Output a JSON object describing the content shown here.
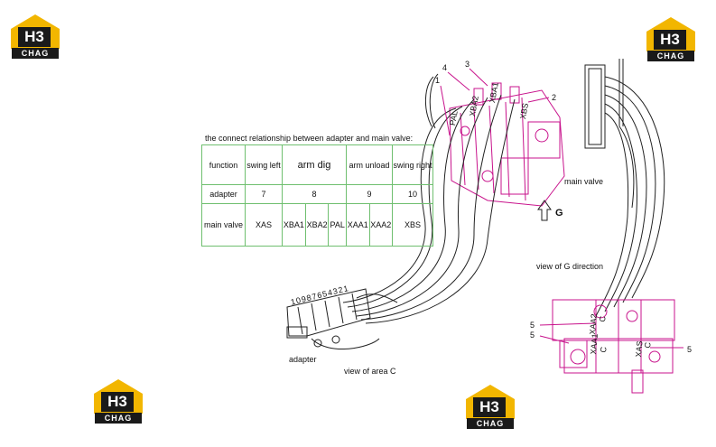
{
  "logo": {
    "mark": "H3",
    "brand": "CHAG"
  },
  "table": {
    "caption": "the connect relationship between adapter and main valve:",
    "row_function": {
      "label": "function",
      "cells": [
        "swing left",
        "arm dig",
        "arm unload",
        "swing right"
      ]
    },
    "row_adapter": {
      "label": "adapter",
      "cells": [
        "7",
        "8",
        "9",
        "10"
      ]
    },
    "row_main_valve": {
      "label": "main valve",
      "cells": [
        "XAS",
        "XBA1",
        "XBA2",
        "PAL",
        "XAA1",
        "XAA2",
        "XBS"
      ]
    }
  },
  "labels": {
    "main_valve": "main valve",
    "g_arrow": "G",
    "adapter": "adapter",
    "view_area_c": "view of area C",
    "view_g": "view of G direction",
    "callout_1": "1",
    "callout_2": "2",
    "callout_3": "3",
    "callout_4": "4",
    "callout_5": "5",
    "port_pal": "PAL",
    "port_xba2": "XBA2",
    "port_xba1": "XBA1",
    "port_xbs": "XBS",
    "port_xaa2": "XAA2",
    "port_xaa1": "XAA1",
    "port_xas": "XAS",
    "port_c": "C",
    "adapter_numbers": "10987654321"
  },
  "colors": {
    "valve": "#c8138c",
    "lines": "#222222",
    "table_border": "#6fbf6f",
    "logo_gold": "#f2b600"
  }
}
